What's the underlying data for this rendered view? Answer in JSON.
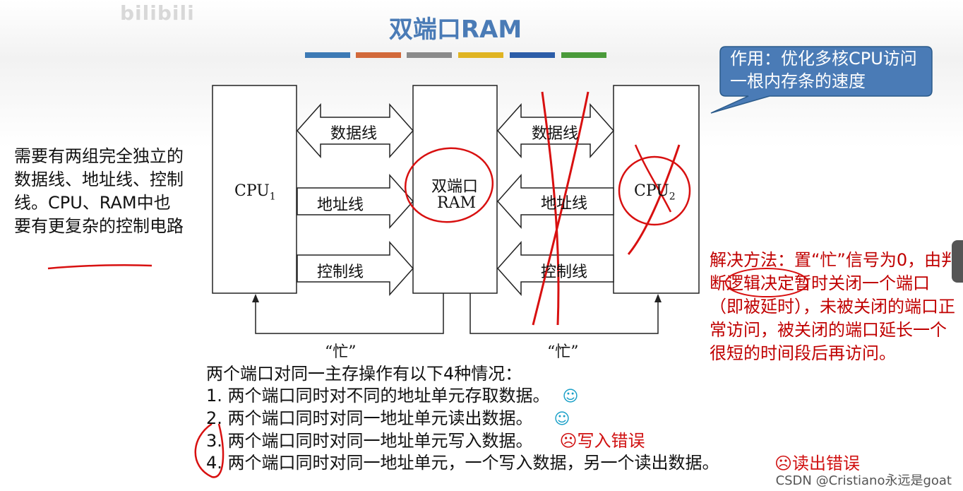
{
  "watermark": "bilibili",
  "title": "双端口RAM",
  "color_bars": [
    "#3d7ab5",
    "#d2693a",
    "#8a8a8a",
    "#e0b422",
    "#2c5da8",
    "#4a9a3a"
  ],
  "callout": {
    "text": "作用：优化多核CPU访问一根内存条的速度",
    "color": "#4a7bb6"
  },
  "diagram": {
    "cpu1": "CPU",
    "cpu1_sub": "1",
    "ram_line1": "双端口",
    "ram_line2": "RAM",
    "cpu2": "CPU",
    "cpu2_sub": "2",
    "data_bus": "数据线",
    "addr_bus": "地址线",
    "ctrl_bus": "控制线",
    "busy_left": "“忙”",
    "busy_right": "“忙”"
  },
  "left_note": "需要有两组完全独立的数据线、地址线、控制线。CPU、RAM中也要有更复杂的控制电路",
  "solution": "解决方法：置“忙”信号为0，由判断逻辑决定暂时关闭一个端口（即被延时），未被关闭的端口正常访问，被关闭的端口延长一个很短的时间段后再访问。",
  "cases": {
    "heading": "两个端口对同一主存操作有以下4种情况：",
    "items": [
      {
        "text": "1. 两个端口同时对不同的地址单元存取数据。",
        "mark": "☺"
      },
      {
        "text": "2. 两个端口同时对同一地址单元读出数据。",
        "mark": "☺"
      },
      {
        "text": "3. 两个端口同时对同一地址单元写入数据。",
        "mark": "☹写入错误"
      },
      {
        "text": "4. 两个端口同时对同一地址单元，一个写入数据，另一个读出数据。",
        "mark": "☹读出错误"
      }
    ]
  },
  "credit": "CSDN @Cristiano永远是goat"
}
